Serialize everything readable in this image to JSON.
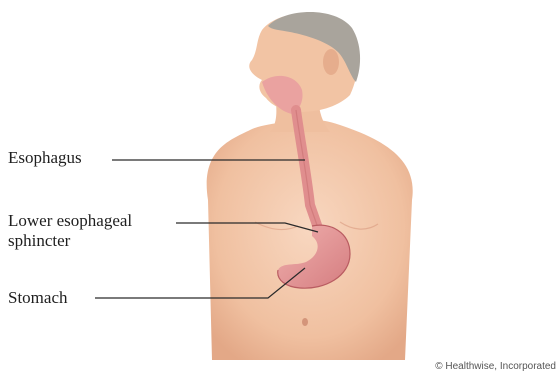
{
  "labels": {
    "esophagus": "Esophagus",
    "les_line1": "Lower esophageal",
    "les_line2": "sphincter",
    "stomach": "Stomach"
  },
  "credit": "© Healthwise, Incorporated",
  "colors": {
    "skin": "#f3c7aa",
    "skin_shadow": "#e2a885",
    "hair": "#a9a49c",
    "organ": "#e79a9a",
    "organ_dark": "#c46a6e",
    "leader_line": "#2a2a2a"
  }
}
